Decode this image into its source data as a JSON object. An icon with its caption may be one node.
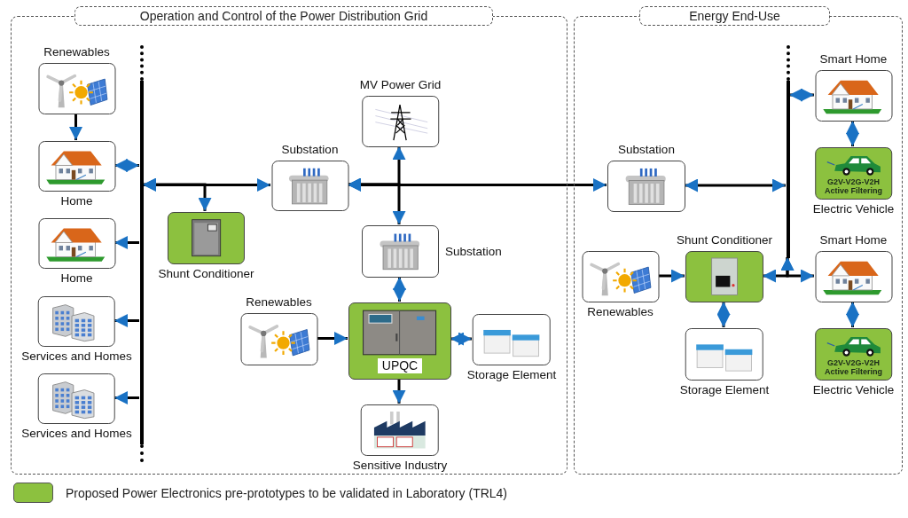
{
  "diagram": {
    "nodes": [
      {
        "text": [
          "Operation and Control of the Power Distribution Grid"
        ]
      },
      {
        "text": [
          "Renewables"
        ],
        "in": 0
      },
      {
        "text": [
          "Home"
        ],
        "in": 0
      },
      {
        "text": [
          "Home"
        ],
        "in": 0
      },
      {
        "text": [
          "Services and Homes"
        ],
        "in": 0
      },
      {
        "text": [
          "Services and Homes"
        ],
        "in": 0
      },
      {
        "text": [],
        "shape": "bar",
        "in": 0
      },
      {
        "text": [
          "Substation"
        ],
        "in": 0
      },
      {
        "text": [
          "Shunt Conditioner"
        ],
        "in": 0
      },
      {
        "text": [
          "MV Power Grid"
        ],
        "in": 0
      },
      {
        "text": [
          "Substation"
        ],
        "in": 0
      },
      {
        "text": [
          "Renewables"
        ],
        "in": 0
      },
      {
        "text": [
          "UPQC"
        ],
        "in": 0
      },
      {
        "text": [
          "Storage Element"
        ],
        "in": 0
      },
      {
        "text": [
          "Sensitive Industry"
        ],
        "in": 0
      },
      {
        "text": [
          "Energy End-Use"
        ]
      },
      {
        "text": [
          "Smart Home"
        ],
        "in": 15
      },
      {
        "text": [
          "Substation"
        ],
        "in": 15
      },
      {
        "text": [],
        "shape": "bar",
        "in": 15
      },
      {
        "text": [
          "G2V-V2G-V2H Active Filtering",
          "Electric Vehicle"
        ],
        "in": 15
      },
      {
        "text": [
          "Shunt Conditioner"
        ],
        "in": 15
      },
      {
        "text": [
          "Smart Home"
        ],
        "in": 15
      },
      {
        "text": [
          "Renewables"
        ],
        "in": 15
      },
      {
        "text": [
          "Storage Element"
        ],
        "in": 15
      },
      {
        "text": [
          "G2V-V2G-V2H Active Filtering",
          "Electric Vehicle"
        ],
        "in": 15
      }
    ],
    "edges": [
      {
        "from": 1,
        "to": 2,
        "arrow": "to"
      },
      {
        "from": 2,
        "to": 6,
        "arrow": "both"
      },
      {
        "from": 6,
        "to": 3,
        "arrow": "to"
      },
      {
        "from": 6,
        "to": 4,
        "arrow": "to"
      },
      {
        "from": 6,
        "to": 5,
        "arrow": "to"
      },
      {
        "from": 6,
        "to": 7,
        "arrow": "both"
      },
      {
        "from": 8,
        "to": 6,
        "arrow": "both"
      },
      {
        "from": 7,
        "to": 9,
        "arrow": "both"
      },
      {
        "from": 7,
        "to": 10,
        "arrow": "both"
      },
      {
        "from": 7,
        "to": 17,
        "arrow": "both"
      },
      {
        "from": 10,
        "to": 12,
        "arrow": "both"
      },
      {
        "from": 11,
        "to": 12,
        "arrow": "to"
      },
      {
        "from": 12,
        "to": 13,
        "arrow": "both"
      },
      {
        "from": 12,
        "to": 14,
        "arrow": "to"
      },
      {
        "from": 17,
        "to": 18,
        "arrow": "both"
      },
      {
        "from": 18,
        "to": 16,
        "arrow": "both"
      },
      {
        "from": 16,
        "to": 19,
        "arrow": "both"
      },
      {
        "from": 22,
        "to": 20,
        "arrow": "to"
      },
      {
        "from": 20,
        "to": 18,
        "arrow": "both"
      },
      {
        "from": 21,
        "to": 18,
        "arrow": "both"
      },
      {
        "from": 20,
        "to": 23,
        "arrow": "both"
      },
      {
        "from": 21,
        "to": 24,
        "arrow": "both"
      }
    ],
    "legend": [
      {
        "text": "Proposed Power Electronics pre-prototypes to be validated in Laboratory (TRL4)",
        "color": "#8cc13f"
      }
    ]
  }
}
